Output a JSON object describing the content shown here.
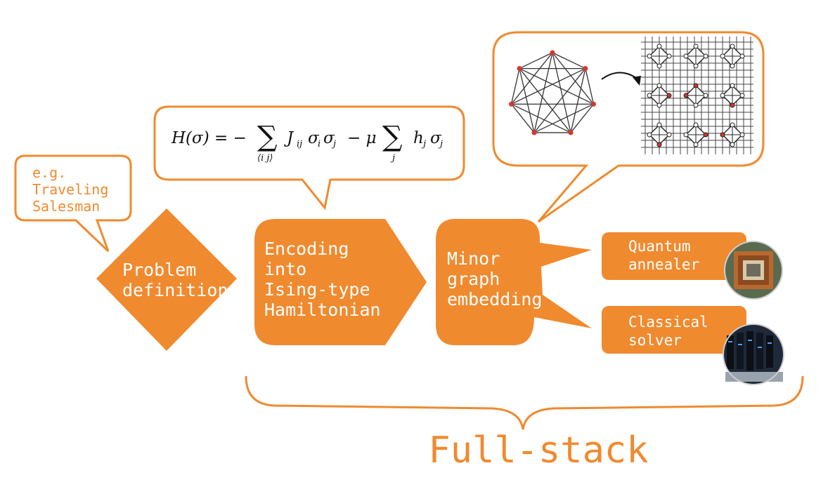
{
  "colors": {
    "accent": "#f08a2f",
    "node": "#d9352b",
    "text_on_accent": "#ffffff"
  },
  "callout": {
    "example": "e.g.\nTraveling\nSalesman"
  },
  "steps": {
    "problem": "Problem\ndefinition",
    "encoding": "Encoding\ninto\nIsing-type\nHamiltonian",
    "embedding": "Minor\ngraph\nembedding"
  },
  "solvers": {
    "quantum": "Quantum\nannealer",
    "classical": "Classical\nsolver"
  },
  "formula": {
    "lhs": "H(σ) = −",
    "sum1_sub": "⟨i j⟩",
    "term1": "J",
    "term1_sub": "ij",
    "term1_rest": "σ",
    "term1_rest_sub": "i",
    "term1_rest2": "σ",
    "term1_rest2_sub": "j",
    "minus_mu": "− μ",
    "sum2_sub": "j",
    "term2": "h",
    "term2_sub": "j",
    "term2_rest": "σ",
    "term2_rest_sub": "j"
  },
  "footer": {
    "label": "Full-stack"
  }
}
